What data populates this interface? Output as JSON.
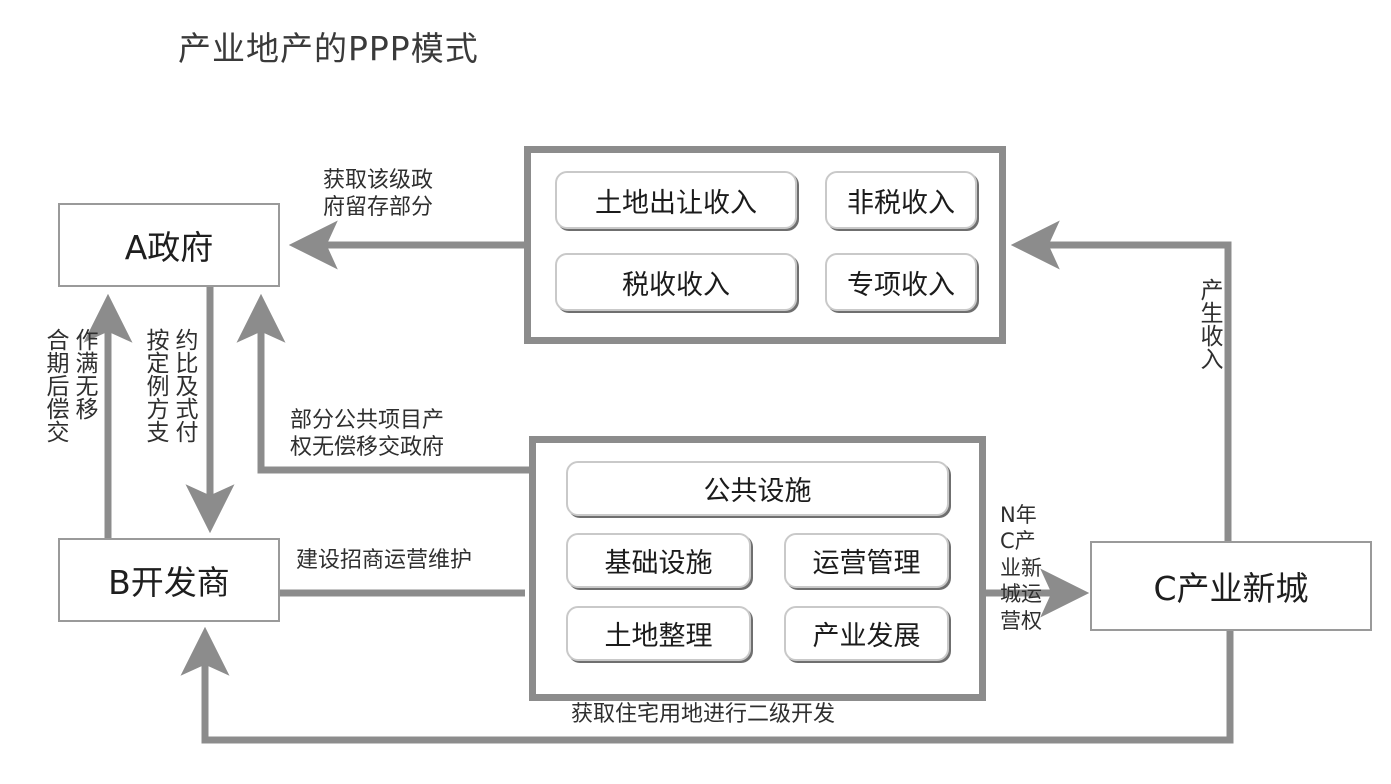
{
  "title": "产业地产的PPP模式",
  "entities": {
    "government": "A政府",
    "developer": "B开发商",
    "city": "C产业新城"
  },
  "revenue_panel": {
    "name": "revenue-group",
    "items": [
      "土地出让收入",
      "非税收入",
      "税收收入",
      "专项收入"
    ]
  },
  "services_panel": {
    "name": "services-group",
    "items": [
      "公共设施",
      "基础设施",
      "运营管理",
      "土地整理",
      "产业发展"
    ]
  },
  "edge_labels": {
    "retain": "获取该级政\n府留存部分",
    "transfer_public": "部分公共项目产\n权无偿移交政府",
    "build_operate": "建设招商运营维护",
    "housing": "获取住宅用地进行二级开发",
    "n_year_right": "N年\nC产\n业新\n城运\n营权",
    "coop_expire_col1": "合期后偿交",
    "coop_expire_col2": "作满无移",
    "pay_col1": "按定例方支",
    "pay_col2": "约比及式付",
    "generate_income": "产生收入",
    "coop_expire_full": "合作期满后无偿移交",
    "pay_full": "按约定比例及方式支付"
  },
  "colors": {
    "wire": "#8c8c8c",
    "panel_border": "#8c8c8c",
    "entity_border": "#9a9a9a",
    "pill_border": "#c9c9c9",
    "pill_shadow": "#6f6f6f",
    "text": "#2f2f2f",
    "background": "#ffffff"
  }
}
